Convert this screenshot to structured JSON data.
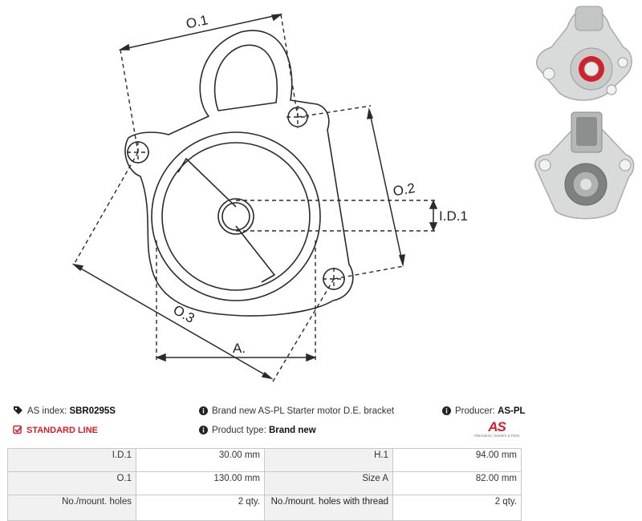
{
  "drawing": {
    "labels": {
      "o1": "O.1",
      "o2": "O.2",
      "o3": "O.3",
      "id1": "I.D.1",
      "a": "A."
    }
  },
  "photos": [
    {
      "name": "front-view",
      "icon": "bracket-front-photo"
    },
    {
      "name": "side-view",
      "icon": "bracket-side-photo"
    }
  ],
  "info": {
    "as_index_label": "AS index:",
    "as_index_value": "SBR0295S",
    "standard_line": "STANDARD LINE",
    "description": "Brand new AS-PL Starter motor D.E. bracket",
    "product_type_label": "Product type:",
    "product_type_value": "Brand new",
    "producer_label": "Producer:",
    "producer_value": "AS-PL",
    "logo_text": "AS",
    "logo_subtext": "Alternators, Starters & Parts"
  },
  "colors": {
    "accent_red": "#d3202a",
    "line": "#2a2a2a",
    "table_header_bg": "#f1f1f1"
  },
  "specs": [
    [
      "I.D.1",
      "30.00 mm",
      "H.1",
      "94.00 mm"
    ],
    [
      "O.1",
      "130.00 mm",
      "Size A",
      "82.00 mm"
    ],
    [
      "No./mount. holes",
      "2 qty.",
      "No./mount. holes with thread",
      "2 qty."
    ]
  ]
}
